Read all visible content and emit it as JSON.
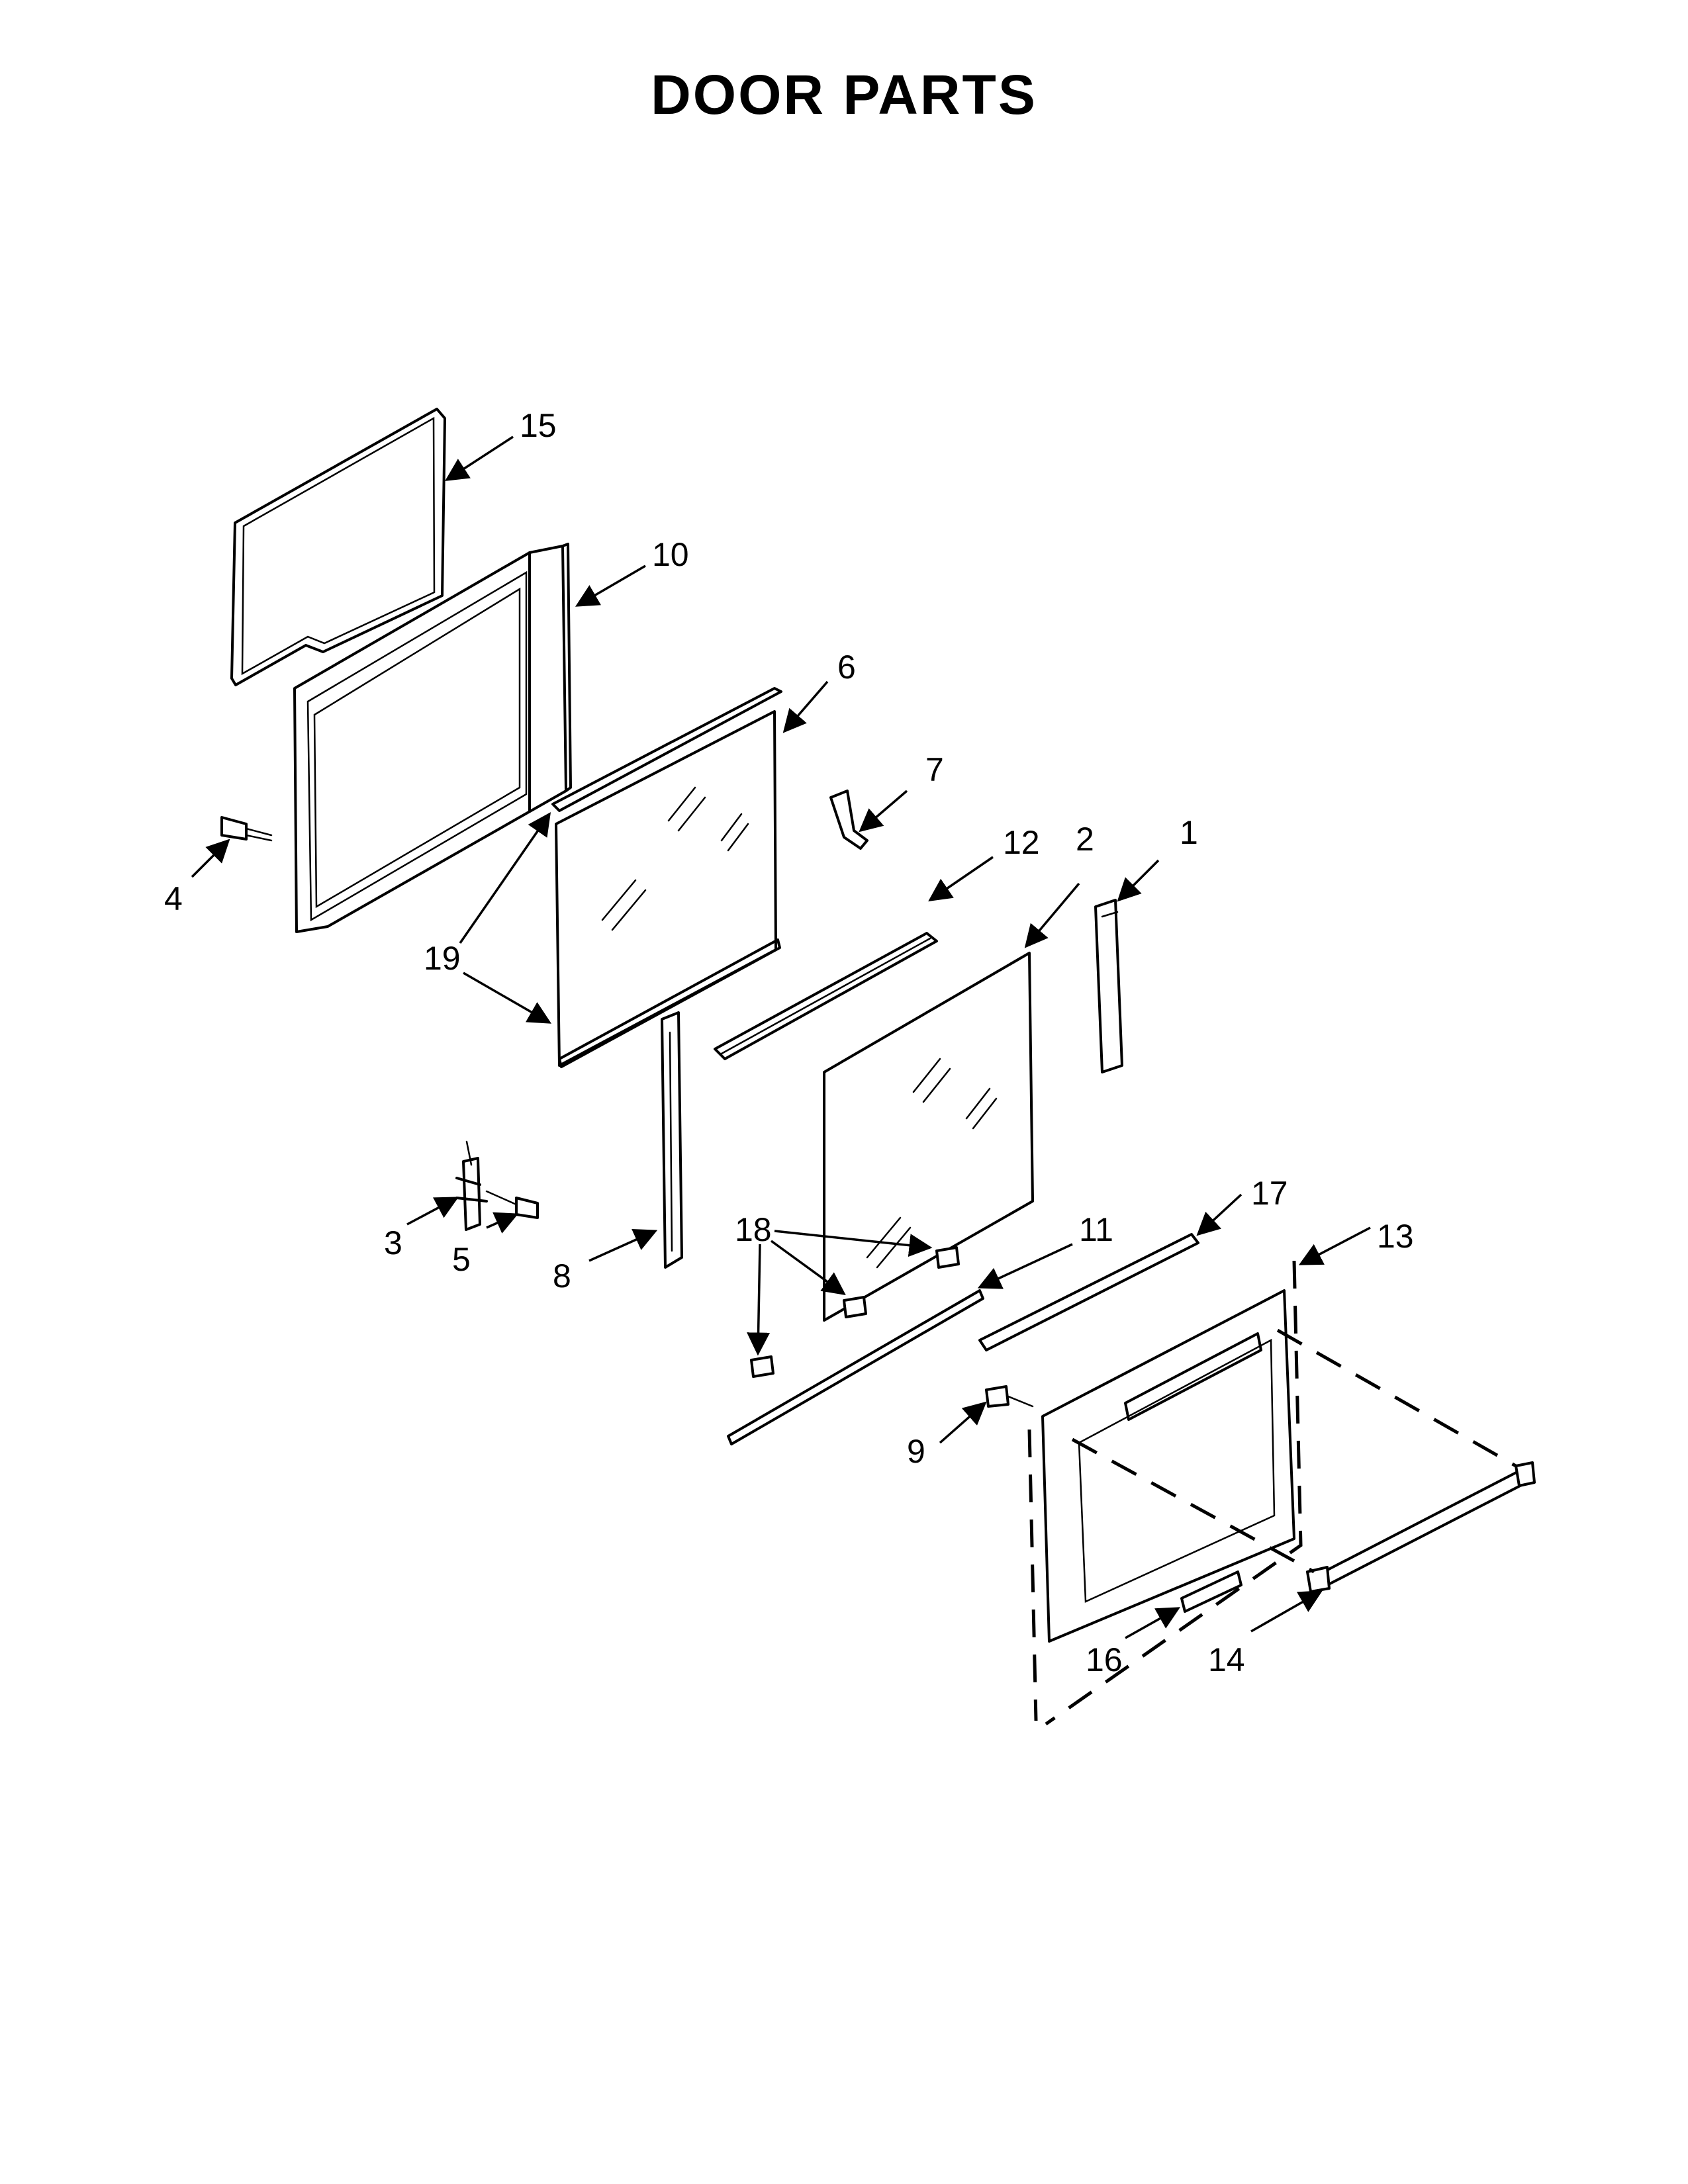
{
  "title": "DOOR PARTS",
  "labels": {
    "p1": "1",
    "p2": "2",
    "p3": "3",
    "p4": "4",
    "p5": "5",
    "p6": "6",
    "p7": "7",
    "p8": "8",
    "p9": "9",
    "p10": "10",
    "p11": "11",
    "p12": "12",
    "p13": "13",
    "p14": "14",
    "p15": "15",
    "p16": "16",
    "p17": "17",
    "p18": "18",
    "p19": "19"
  }
}
